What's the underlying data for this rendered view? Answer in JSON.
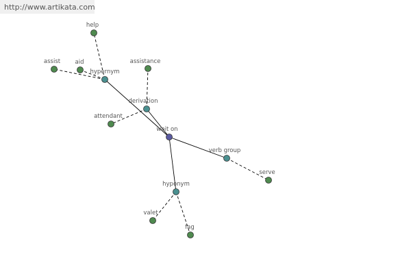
{
  "url_text": "http://www.artikata.com",
  "colors": {
    "root": "#5a5aa0",
    "relation": "#4a9090",
    "word": "#4f8a4f",
    "url_box": "#f0f0f0",
    "label": "#555555"
  },
  "graph": {
    "nodes": [
      {
        "id": "wait_on",
        "label": "wait on",
        "kind": "root"
      },
      {
        "id": "hypernym_top",
        "label": "hypernym",
        "kind": "relation"
      },
      {
        "id": "derivation",
        "label": "derivation",
        "kind": "relation"
      },
      {
        "id": "verb_group",
        "label": "verb group",
        "kind": "relation"
      },
      {
        "id": "hyponym",
        "label": "hyponym",
        "kind": "relation"
      },
      {
        "id": "help",
        "label": "help",
        "kind": "word"
      },
      {
        "id": "assist",
        "label": "assist",
        "kind": "word"
      },
      {
        "id": "aid",
        "label": "aid",
        "kind": "word"
      },
      {
        "id": "assistance",
        "label": "assistance",
        "kind": "word"
      },
      {
        "id": "attendant",
        "label": "attendant",
        "kind": "word"
      },
      {
        "id": "serve",
        "label": "serve",
        "kind": "word"
      },
      {
        "id": "valet",
        "label": "valet",
        "kind": "word"
      },
      {
        "id": "fag",
        "label": "fag",
        "kind": "word"
      }
    ],
    "edges": [
      {
        "from": "wait_on",
        "to": "hypernym_top",
        "style": "solid"
      },
      {
        "from": "wait_on",
        "to": "derivation",
        "style": "solid"
      },
      {
        "from": "wait_on",
        "to": "verb_group",
        "style": "solid"
      },
      {
        "from": "wait_on",
        "to": "hyponym",
        "style": "solid"
      },
      {
        "from": "hypernym_top",
        "to": "help",
        "style": "dashed"
      },
      {
        "from": "hypernym_top",
        "to": "assist",
        "style": "dashed"
      },
      {
        "from": "hypernym_top",
        "to": "aid",
        "style": "dashed"
      },
      {
        "from": "derivation",
        "to": "assistance",
        "style": "dashed"
      },
      {
        "from": "derivation",
        "to": "attendant",
        "style": "dashed"
      },
      {
        "from": "verb_group",
        "to": "serve",
        "style": "dashed"
      },
      {
        "from": "hyponym",
        "to": "valet",
        "style": "dashed"
      },
      {
        "from": "hyponym",
        "to": "fag",
        "style": "dashed"
      }
    ]
  }
}
